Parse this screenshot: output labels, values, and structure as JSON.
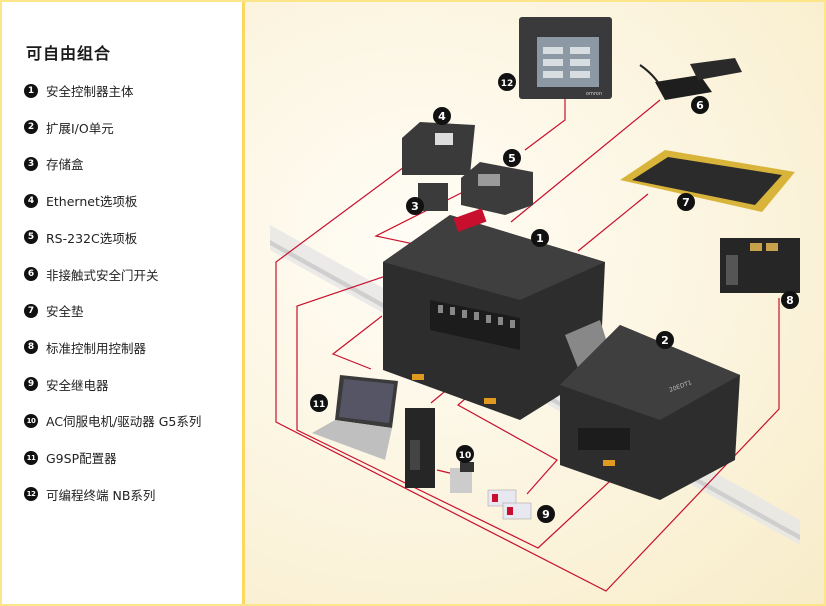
{
  "panel": {
    "title": "可自由组合",
    "items": [
      {
        "num": "1",
        "label": "安全控制器主体"
      },
      {
        "num": "2",
        "label": "扩展I/O单元"
      },
      {
        "num": "3",
        "label": "存储盒"
      },
      {
        "num": "4",
        "label": "Ethernet选项板"
      },
      {
        "num": "5",
        "label": "RS-232C选项板"
      },
      {
        "num": "6",
        "label": "非接触式安全门开关"
      },
      {
        "num": "7",
        "label": "安全垫"
      },
      {
        "num": "8",
        "label": "标准控制用控制器"
      },
      {
        "num": "9",
        "label": "安全继电器"
      },
      {
        "num": "10",
        "label": "AC伺服电机/驱动器 G5系列"
      },
      {
        "num": "11",
        "label": "G9SP配置器"
      },
      {
        "num": "12",
        "label": "可编程终端 NB系列"
      }
    ]
  },
  "diagram": {
    "hmi_brand": "omron",
    "unit_label": "20EDT1"
  },
  "colors": {
    "line": "#c8102e",
    "border": "#fde58a",
    "badge": "#111111"
  }
}
